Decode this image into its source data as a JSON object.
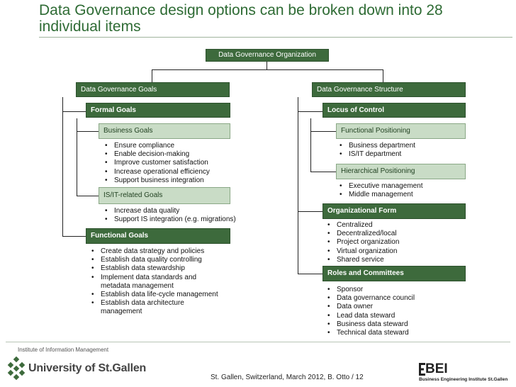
{
  "title": "Data Governance design options can be broken down into 28 individual items",
  "root": "Data Governance Organization",
  "left": {
    "header": "Data Governance Goals",
    "formal_goals": "Formal Goals",
    "business_goals": "Business Goals",
    "business_goals_items": [
      "Ensure compliance",
      "Enable decision-making",
      "Improve customer satisfaction",
      "Increase operational efficiency",
      "Support business integration"
    ],
    "it_goals": "IS/IT-related Goals",
    "it_goals_items": [
      "Increase data quality",
      "Support IS integration (e.g. migrations)"
    ],
    "functional_goals": "Functional Goals",
    "functional_goals_items": [
      "Create data strategy and policies",
      "Establish data quality controlling",
      "Establish data stewardship",
      "Implement data standards and metadata management",
      "Establish data life-cycle management",
      "Establish data architecture management"
    ]
  },
  "right": {
    "header": "Data Governance Structure",
    "locus": "Locus of Control",
    "functional_positioning": "Functional Positioning",
    "functional_positioning_items": [
      "Business department",
      "IS/IT department"
    ],
    "hierarchical_positioning": "Hierarchical Positioning",
    "hierarchical_positioning_items": [
      "Executive management",
      "Middle management"
    ],
    "org_form": "Organizational Form",
    "org_form_items": [
      "Centralized",
      "Decentralized/local",
      "Project organization",
      "Virtual organization",
      "Shared service"
    ],
    "roles": "Roles and Committees",
    "roles_items": [
      "Sponsor",
      "Data governance council",
      "Data owner",
      "Lead data steward",
      "Business data steward",
      "Technical data steward"
    ]
  },
  "footer": {
    "institute": "Institute of Information Management",
    "university": "University of St.Gallen",
    "text": "St. Gallen, Switzerland, March 2012, B. Otto / 12",
    "bei_name": "BEI",
    "bei_subtitle": "Business Engineering Institute St.Gallen"
  },
  "colors": {
    "title": "#2e6b34",
    "dark_box": "#3d6a3c",
    "light_box": "#c9dcc6"
  }
}
